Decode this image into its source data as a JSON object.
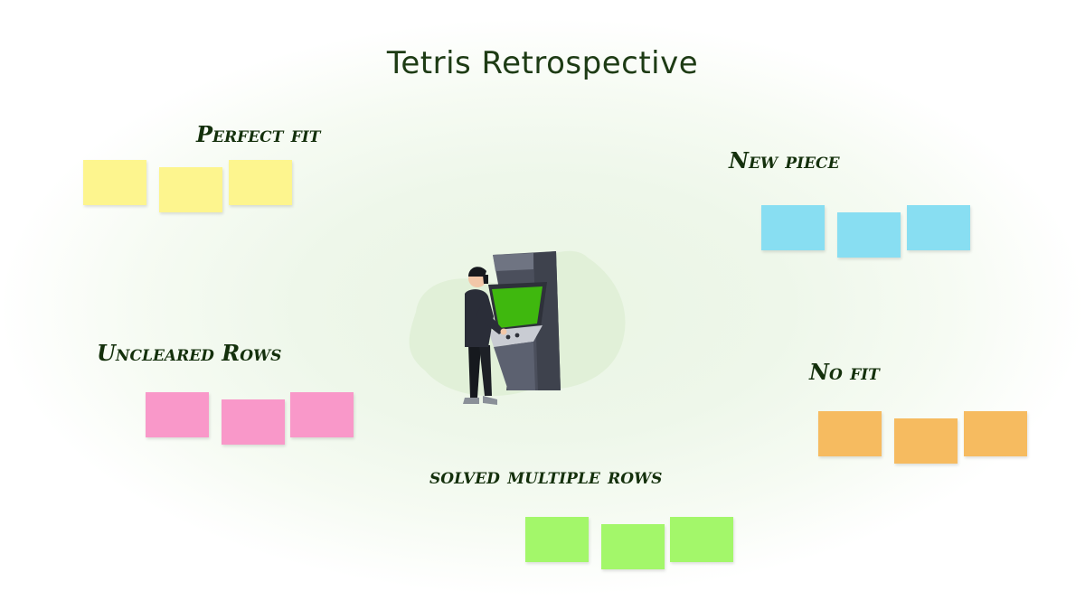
{
  "board": {
    "title": "Tetris Retrospective"
  },
  "sections": [
    {
      "id": "perfect-fit",
      "label": "Perfect fit",
      "note_color": "#fdf58e"
    },
    {
      "id": "new-piece",
      "label": "New piece",
      "note_color": "#88def2"
    },
    {
      "id": "uncleared-rows",
      "label": "Uncleared Rows",
      "note_color": "#f998c9"
    },
    {
      "id": "no-fit",
      "label": "No fit",
      "note_color": "#f6bb60"
    },
    {
      "id": "solved-multiple-rows",
      "label": "solved multiple rows",
      "note_color": "#a3f76a"
    }
  ],
  "illustration": {
    "icon": "arcade-player-icon",
    "screen_color": "#3fb80e",
    "cabinet_color": "#545866"
  }
}
